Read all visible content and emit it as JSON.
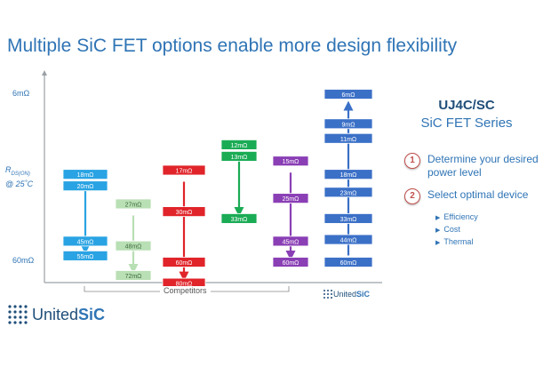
{
  "title": "Multiple SiC FET options enable more design flexibility",
  "y_axis": {
    "top_label": "6mΩ",
    "bottom_label": "60mΩ",
    "quantity_label": "R",
    "quantity_subscript": "DS(ON)",
    "condition": "@ 25˚C"
  },
  "columns": [
    {
      "color": "#29a3e3",
      "arrow": "down",
      "values": [
        "18mΩ",
        "20mΩ",
        "45mΩ",
        "55mΩ"
      ]
    },
    {
      "color": "#b9dfb5",
      "arrow": "down",
      "values": [
        "27mΩ",
        "48mΩ",
        "72mΩ"
      ]
    },
    {
      "color": "#e0242a",
      "arrow": "down",
      "values": [
        "17mΩ",
        "30mΩ",
        "60mΩ",
        "80mΩ"
      ]
    },
    {
      "color": "#1aab55",
      "arrow": "both",
      "values": [
        "12mΩ",
        "13mΩ",
        "33mΩ"
      ]
    },
    {
      "color": "#8a3fb5",
      "arrow": "down",
      "values": [
        "15mΩ",
        "25mΩ",
        "45mΩ",
        "60mΩ"
      ]
    },
    {
      "color": "#3b70c7",
      "arrow": "up",
      "values": [
        "6mΩ",
        "9mΩ",
        "11mΩ",
        "18mΩ",
        "23mΩ",
        "33mΩ",
        "44mΩ",
        "60mΩ"
      ]
    }
  ],
  "competitors_label": "Competitors",
  "series": {
    "name": "UJ4C/SC",
    "subtitle": "SiC FET Series"
  },
  "steps": [
    {
      "number": "1",
      "text": "Determine your desired power level"
    },
    {
      "number": "2",
      "text": "Select optimal device"
    }
  ],
  "bullets": [
    "Efficiency",
    "Cost",
    "Thermal"
  ],
  "logo": {
    "united": "United",
    "sic": "SiC"
  },
  "colors": {
    "accent": "#2f74b5",
    "step_circle": "#c0504d"
  }
}
